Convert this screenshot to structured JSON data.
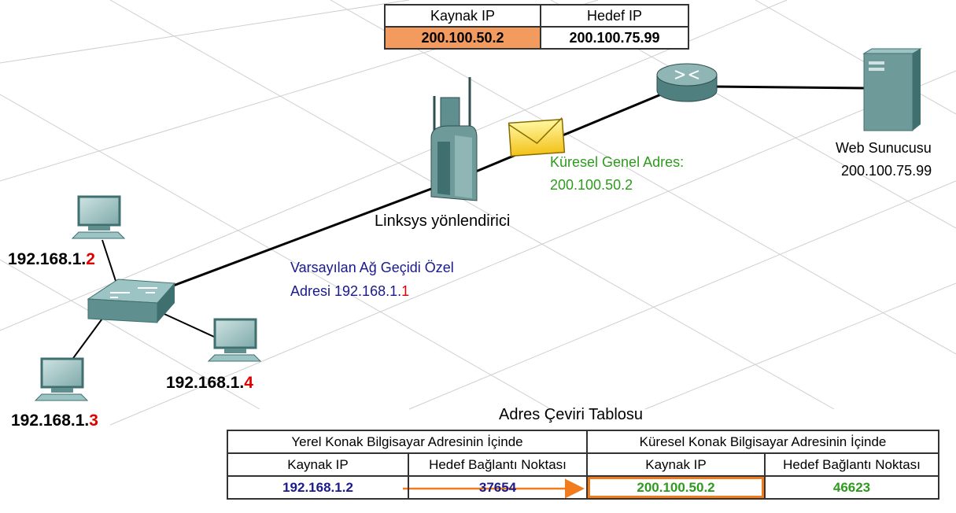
{
  "packet_header": {
    "col1_header": "Kaynak IP",
    "col2_header": "Hedef IP",
    "source_ip": "200.100.50.2",
    "dest_ip": "200.100.75.99",
    "highlight_color": "#f39a5f"
  },
  "hosts": [
    {
      "prefix": "192.168.1.",
      "octet": "2"
    },
    {
      "prefix": "192.168.1.",
      "octet": "3"
    },
    {
      "prefix": "192.168.1.",
      "octet": "4"
    }
  ],
  "router_label": "Linksys yönlendirici",
  "gateway": {
    "line1": "Varsayılan Ağ Geçidi Özel",
    "line2_prefix": "Adresi 192.168.1.",
    "line2_octet": "1"
  },
  "global_address": {
    "line1": "Küresel Genel Adres:",
    "line2": "200.100.50.2"
  },
  "web_server": {
    "name": "Web Sunucusu",
    "ip": "200.100.75.99"
  },
  "nat_table": {
    "title": "Adres Çeviri Tablosu",
    "group_inside": "Yerel Konak Bilgisayar Adresinin İçinde",
    "group_global": "Küresel Konak Bilgisayar Adresinin İçinde",
    "col_headers": [
      "Kaynak IP",
      "Hedef Bağlantı Noktası",
      "Kaynak IP",
      "Hedef Bağlantı Noktası"
    ],
    "row": [
      "192.168.1.2",
      "37654",
      "200.100.50.2",
      "46623"
    ],
    "arrow_color": "#f07c1e"
  },
  "colors": {
    "blue_text": "#1a1a8c",
    "green_text": "#2e9a1e",
    "red_octet": "#e00000",
    "device_teal": "#5f8f8f"
  }
}
